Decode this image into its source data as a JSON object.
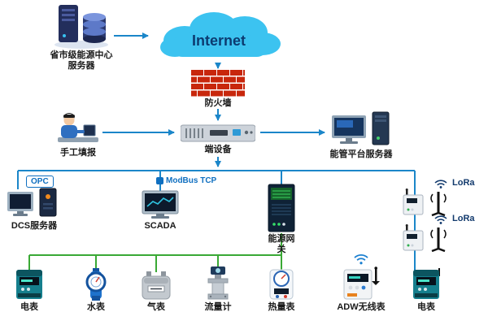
{
  "colors": {
    "line_blue": "#1b86c9",
    "line_green": "#3aa935",
    "cloud_fill": "#3cc3f0",
    "brick_red": "#c8270c",
    "label_text": "#1a1a1a",
    "tag_blue": "#0f6fc0"
  },
  "nodes": {
    "center_server": {
      "label": "省市级能源中心\n服务器"
    },
    "internet": {
      "label": "Internet"
    },
    "firewall": {
      "label": "防火墙"
    },
    "manual_entry": {
      "label": "手工填报"
    },
    "edge_device": {
      "label": "端设备"
    },
    "platform_server": {
      "label": "能管平台服务器"
    },
    "dcs_server": {
      "label": "DCS服务器"
    },
    "scada": {
      "label": "SCADA"
    },
    "gateway": {
      "label": "能源网关"
    },
    "lora_upper": {
      "label": "LoRa"
    },
    "lora_lower": {
      "label": "LoRa"
    },
    "meter_electric_left": {
      "label": "电表"
    },
    "meter_water": {
      "label": "水表"
    },
    "meter_gas": {
      "label": "气表"
    },
    "meter_flow": {
      "label": "流量计"
    },
    "meter_heat": {
      "label": "热量表"
    },
    "meter_adw": {
      "label": "ADW无线表"
    },
    "meter_electric_right": {
      "label": "电表"
    }
  },
  "tags": {
    "opc": {
      "label": "OPC"
    },
    "modbus": {
      "label": "ModBus TCP"
    }
  }
}
